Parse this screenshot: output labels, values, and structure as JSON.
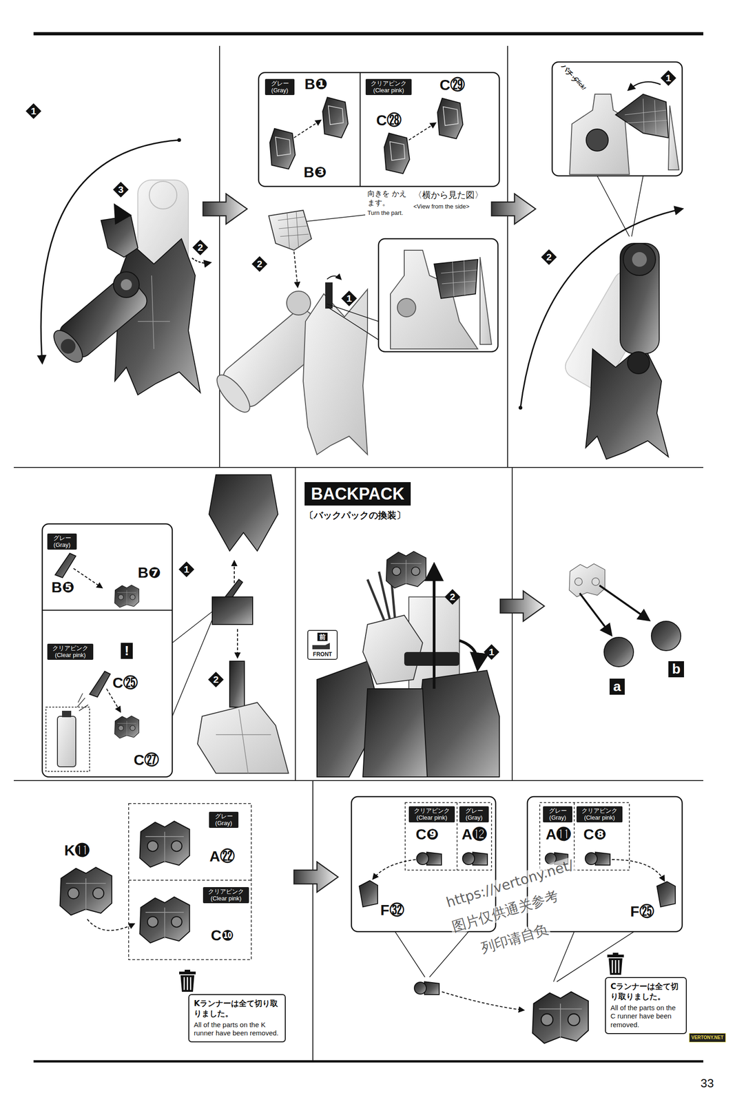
{
  "diagram": {
    "nodes": [
      {
        "text": [
          "グレー (Gray)"
        ]
      },
      {
        "text": [
          "クリアピンク (Clear pink)"
        ]
      },
      {
        "text": [
          "グレー (Gray)"
        ]
      },
      {
        "text": [
          "クリアピンク (Clear pink)"
        ]
      },
      {
        "text": [
          "BACKPACK",
          "〔バックパックの換装〕"
        ]
      },
      {
        "text": [
          "前",
          "FRONT"
        ]
      },
      {
        "text": [
          "グレー (Gray)"
        ]
      },
      {
        "text": [
          "クリアピンク (Clear pink)"
        ]
      },
      {
        "text": [
          "Kランナーは全て切り取りました。",
          "All of the parts on the K runner have been removed."
        ]
      },
      {
        "text": [
          "クリアピンク (Clear pink)"
        ]
      },
      {
        "text": [
          "グレー (Gray)"
        ]
      },
      {
        "text": [
          "グレー (Gray)"
        ]
      },
      {
        "text": [
          "クリアピンク (Clear pink)"
        ]
      },
      {
        "text": [
          "Cランナーは全て切り取りました。",
          "All of the parts on the C runner have been removed."
        ]
      }
    ],
    "labels": [
      "1",
      "3",
      "2",
      "B❶",
      "B❸",
      "C㉙",
      "C㉘",
      "向きを かえます。",
      "Turn the part.",
      "〈横から見た図〉",
      "<View from the side>",
      "2",
      "1",
      "パチッ",
      "Click!",
      "1",
      "2",
      "B❺",
      "B❼",
      "!",
      "C㉕",
      "C㉗",
      "1",
      "2",
      "2",
      "1",
      "a",
      "b",
      "K⓫",
      "A㉒",
      "C❿",
      "C❾",
      "A⓬",
      "A⓫",
      "C❽",
      "F㉜",
      "F㉕",
      "https://vertony.net/",
      "图片仅供通关参考",
      "列印请自负",
      "VERTONY.NET",
      "33"
    ]
  }
}
